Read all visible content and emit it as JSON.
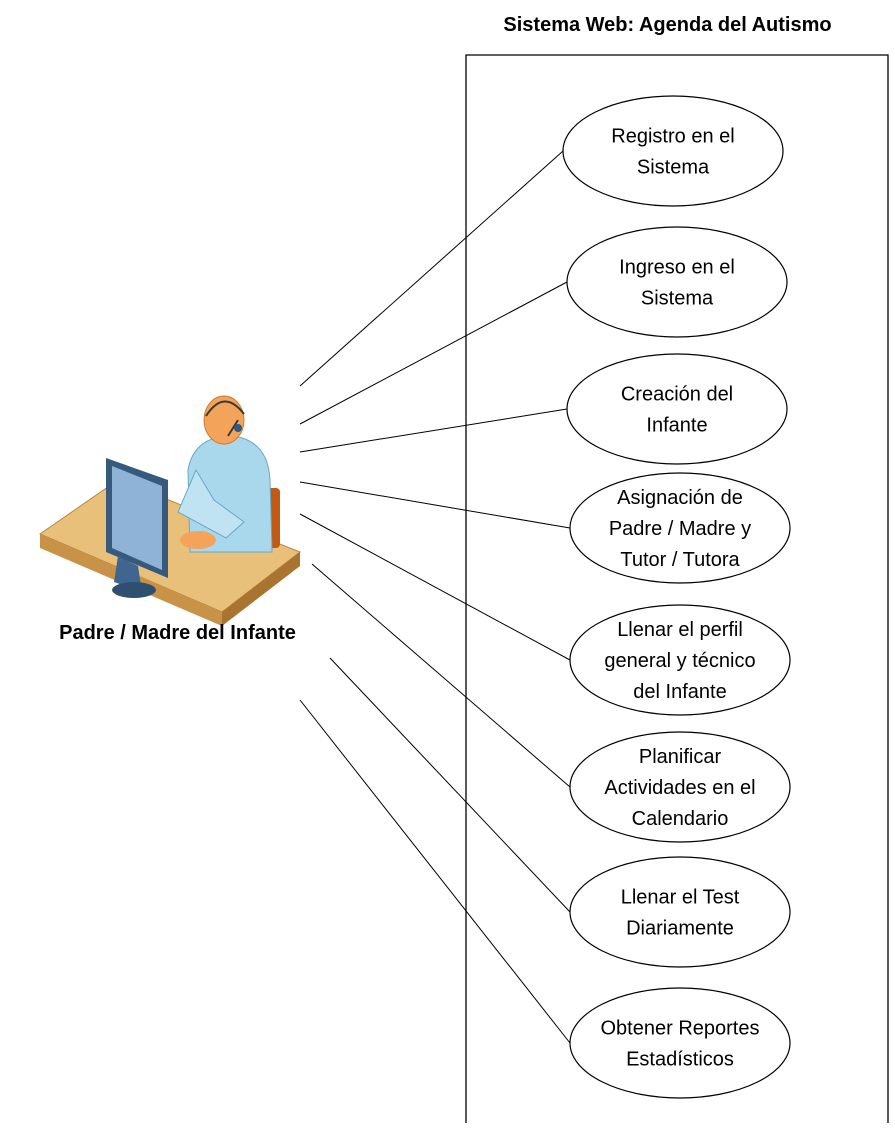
{
  "system": {
    "title": "Sistema Web: Agenda del Autismo"
  },
  "actor": {
    "name": "Padre / Madre del Infante",
    "icon": "call-center-operator-at-computer-icon"
  },
  "use_cases": [
    {
      "lines": [
        "Registro en el",
        "Sistema"
      ]
    },
    {
      "lines": [
        "Ingreso en el",
        "Sistema"
      ]
    },
    {
      "lines": [
        "Creación del",
        "Infante"
      ]
    },
    {
      "lines": [
        "Asignación de",
        "Padre / Madre y",
        "Tutor / Tutora"
      ]
    },
    {
      "lines": [
        "Llenar el perfil",
        "general y técnico",
        "del Infante"
      ]
    },
    {
      "lines": [
        "Planificar",
        "Actividades en el",
        "Calendario"
      ]
    },
    {
      "lines": [
        "Llenar el Test",
        "Diariamente"
      ]
    },
    {
      "lines": [
        "Obtener Reportes",
        "Estadísticos"
      ]
    }
  ],
  "colors": {
    "line": "#000000",
    "ellipse_fill": "#ffffff",
    "desk_top": "#e8c07a",
    "desk_side": "#c89248",
    "shirt": "#a9d8ec",
    "skin": "#f3a45a",
    "monitor": "#4a6f95"
  }
}
